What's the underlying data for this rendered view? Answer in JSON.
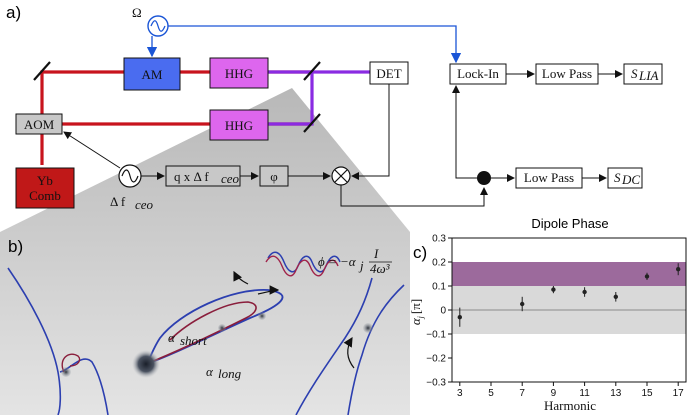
{
  "panel_labels": {
    "a": "a)",
    "b": "b)",
    "c": "c)"
  },
  "colors": {
    "beam_red": "#c8141e",
    "beam_purple": "#8a2be2",
    "signal_blue": "#1a55d6",
    "am_fill": "#4a6cf0",
    "hhg_fill": "#dd66ee",
    "laser_fill": "#c01818",
    "gray_box": "#c8c8c8",
    "band_purple": "#9c6a9c",
    "band_gray": "#d9d9d9",
    "cone_gray": "#c9c9c9"
  },
  "schematic": {
    "omega": "Ω",
    "am": "AM",
    "hhg_top": "HHG",
    "hhg_bottom": "HHG",
    "det": "DET",
    "aom": "AOM",
    "laser_line1": "Yb",
    "laser_line2": "Comb",
    "delta_f": "Δ f",
    "delta_f_sub": "ceo",
    "q_box": "q x Δ f",
    "q_box_sub": "ceo",
    "phi_box": "φ",
    "lockin": "Lock-In",
    "lowpass_top": "Low Pass",
    "lowpass_bottom": "Low Pass",
    "s_lia": "S",
    "s_lia_sub": "LIA",
    "s_dc": "S",
    "s_dc_sub": "DC"
  },
  "illustration": {
    "formula_lhs": "ϕ = −α",
    "formula_sub": "j",
    "formula_num": "I",
    "formula_den": "4ω³",
    "alpha_short": "α",
    "alpha_short_sub": "short",
    "alpha_long": "α",
    "alpha_long_sub": "long"
  },
  "chart_data": {
    "type": "scatter",
    "title": "Dipole Phase",
    "xlabel": "Harmonic",
    "ylabel": "α_j [π]",
    "ylabel_main": "α",
    "ylabel_sub": "j",
    "ylabel_unit": "[π]",
    "xlim": [
      2.5,
      17.5
    ],
    "ylim": [
      -0.3,
      0.3
    ],
    "x_ticks": [
      3,
      5,
      7,
      9,
      11,
      13,
      15,
      17
    ],
    "y_ticks": [
      -0.3,
      -0.2,
      -0.1,
      0,
      0.1,
      0.2,
      0.3
    ],
    "y_tick_labels": [
      "−0.3",
      "−0.2",
      "−0.1",
      "0",
      "0.1",
      "0.2",
      "0.3"
    ],
    "bands": [
      {
        "y0": 0.1,
        "y1": 0.2,
        "color": "#9c6a9c"
      },
      {
        "y0": -0.1,
        "y1": 0.1,
        "color": "#d9d9d9"
      }
    ],
    "points": [
      {
        "x": 3,
        "y": -0.03,
        "err": 0.04
      },
      {
        "x": 7,
        "y": 0.025,
        "err": 0.03
      },
      {
        "x": 9,
        "y": 0.085,
        "err": 0.015
      },
      {
        "x": 11,
        "y": 0.075,
        "err": 0.02
      },
      {
        "x": 13,
        "y": 0.055,
        "err": 0.02
      },
      {
        "x": 15,
        "y": 0.14,
        "err": 0.015
      },
      {
        "x": 17,
        "y": 0.17,
        "err": 0.025
      }
    ]
  }
}
